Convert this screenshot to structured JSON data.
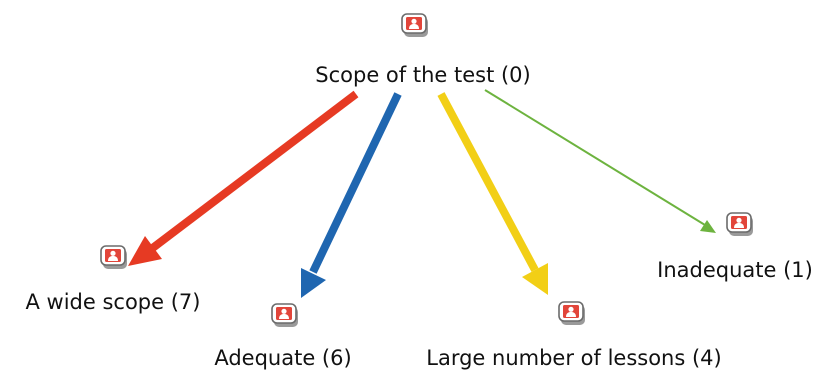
{
  "root": {
    "label": "Scope of the test (0)",
    "icon": "person-card-icon"
  },
  "children": [
    {
      "label": "A wide scope (7)",
      "icon": "person-card-icon",
      "arrow_color": "#e63a23"
    },
    {
      "label": "Adequate (6)",
      "icon": "person-card-icon",
      "arrow_color": "#1f66b0"
    },
    {
      "label": "Large number of lessons (4)",
      "icon": "person-card-icon",
      "arrow_color": "#f2cf16"
    },
    {
      "label": "Inadequate (1)",
      "icon": "person-card-icon",
      "arrow_color": "#6db33f"
    }
  ]
}
